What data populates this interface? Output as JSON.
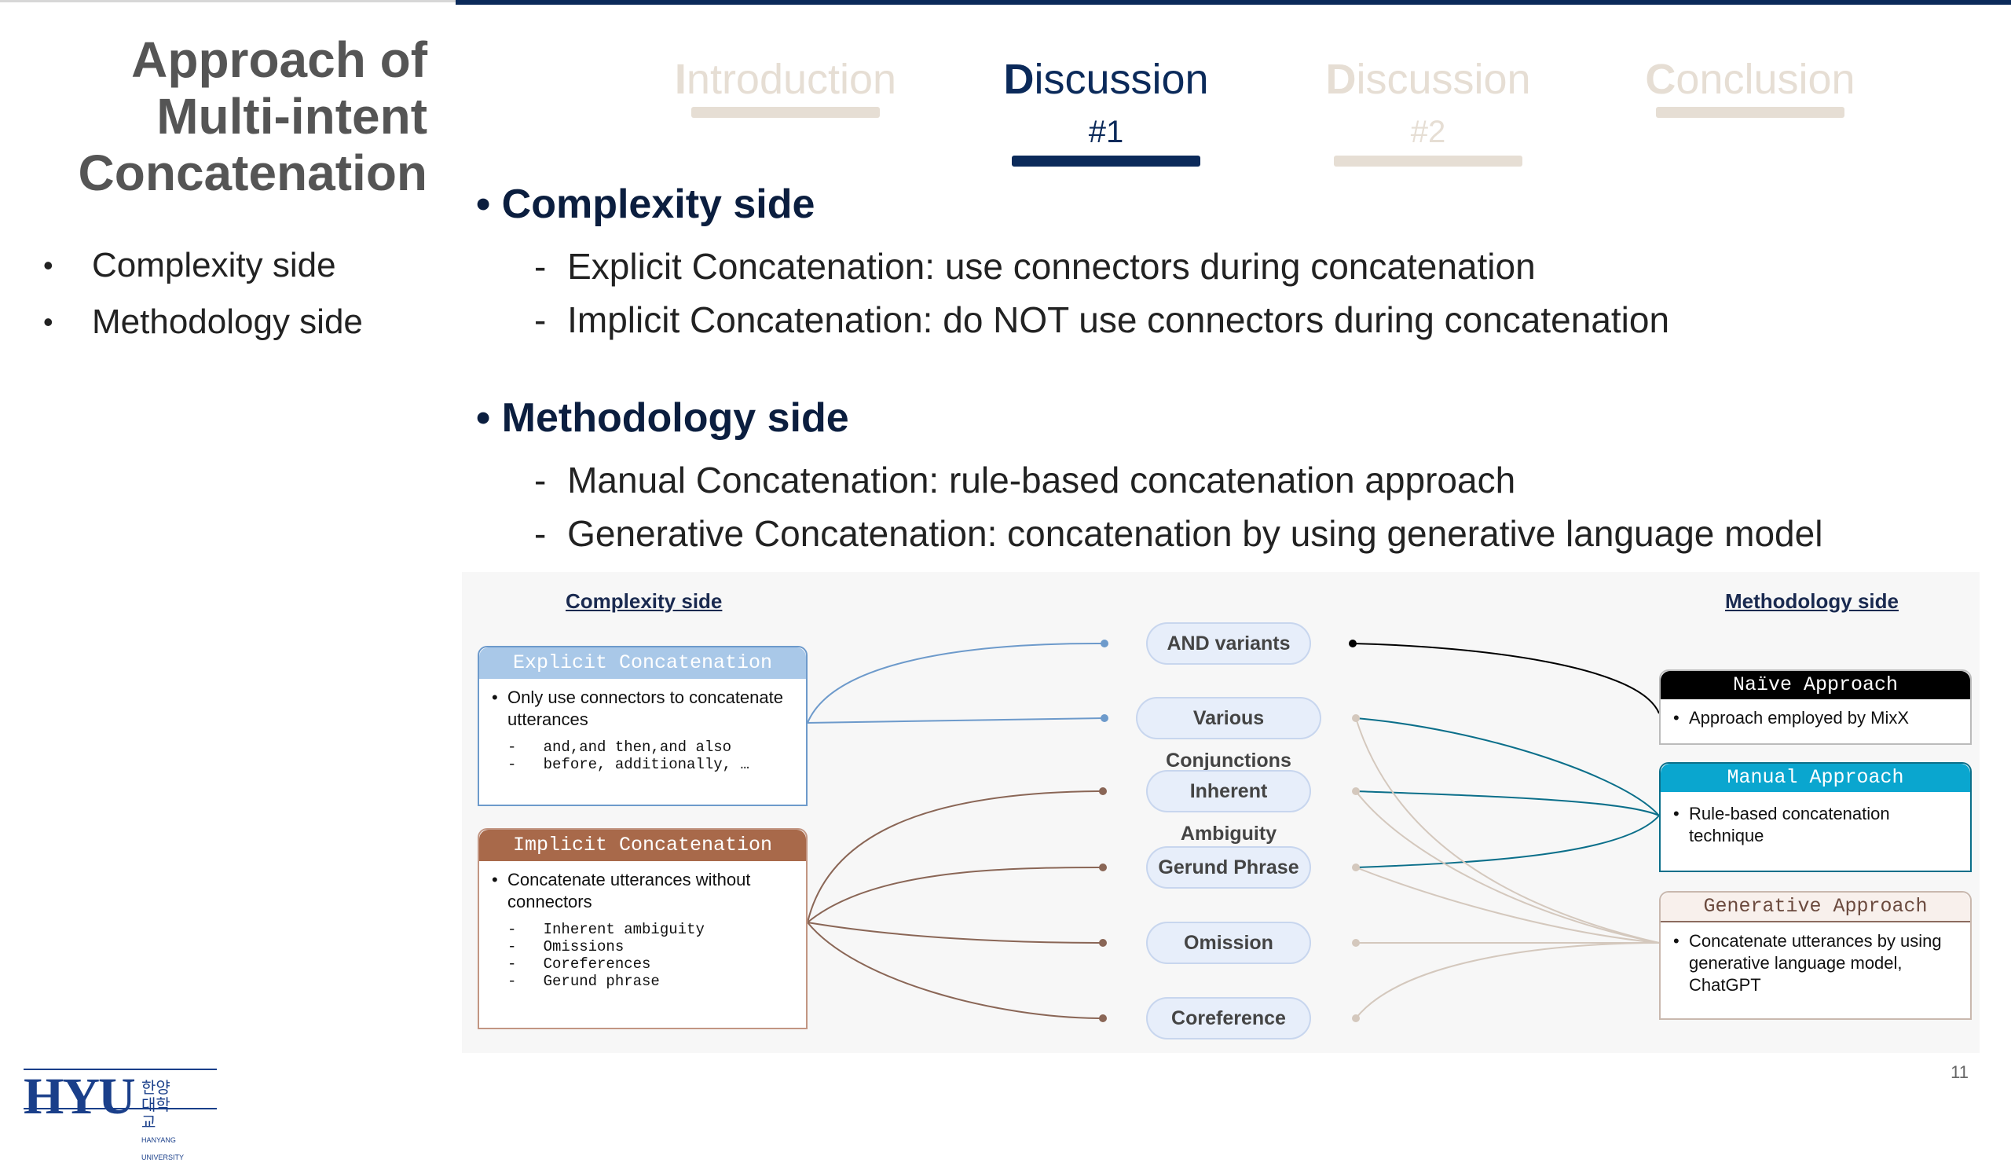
{
  "title_lines": [
    "Approach of",
    "Multi-intent",
    "Concatenation"
  ],
  "side_items": [
    "Complexity side",
    "Methodology side"
  ],
  "tabs": [
    {
      "first": "I",
      "rest": "ntroduction",
      "num": ""
    },
    {
      "first": "D",
      "rest": "iscussion ",
      "num": "#1"
    },
    {
      "first": "D",
      "rest": "iscussion ",
      "num": "#2"
    },
    {
      "first": "C",
      "rest": "onclusion",
      "num": ""
    }
  ],
  "sections": [
    {
      "heading": "Complexity side",
      "items": [
        "Explicit Concatenation: use connectors during concatenation",
        "Implicit Concatenation: do NOT use connectors during concatenation"
      ]
    },
    {
      "heading": "Methodology side",
      "items": [
        "Manual Concatenation: rule-based concatenation approach",
        "Generative Concatenation: concatenation by using generative language model"
      ]
    }
  ],
  "diagram": {
    "left_title": "Complexity side",
    "right_title": "Methodology side",
    "explicit": {
      "title": "Explicit Concatenation",
      "bullet": "Only use connectors to concatenate utterances",
      "examples": [
        "and,and then,and also",
        "before, additionally, …"
      ],
      "color": "#a9c8e8",
      "border": "#6d9acb"
    },
    "implicit": {
      "title": "Implicit Concatenation",
      "bullet": "Concatenate utterances without connectors",
      "examples": [
        "Inherent ambiguity",
        "Omissions",
        "Coreferences",
        "Gerund phrase"
      ],
      "color": "#a8694a",
      "border": "#c29683"
    },
    "pills": [
      "AND variants",
      "Various Conjunctions",
      "Inherent Ambiguity",
      "Gerund Phrase",
      "Omission",
      "Coreference"
    ],
    "naive": {
      "title": "Naïve Approach",
      "bullet": "Approach employed by MixX",
      "color": "#000000"
    },
    "manual": {
      "title": "Manual Approach",
      "bullet": "Rule-based concatenation technique",
      "color": "#0aa6cf",
      "border": "#0b6f8a"
    },
    "generative": {
      "title": "Generative Approach",
      "bullet": "Concatenate utterances by using generative language model, ChatGPT",
      "color": "#f8f0ec",
      "border": "#8c6b5e"
    }
  },
  "page_number": "11",
  "logo": {
    "main": "HYU",
    "kor": "한양대학교",
    "eng": "HANYANG UNIVERSITY"
  }
}
